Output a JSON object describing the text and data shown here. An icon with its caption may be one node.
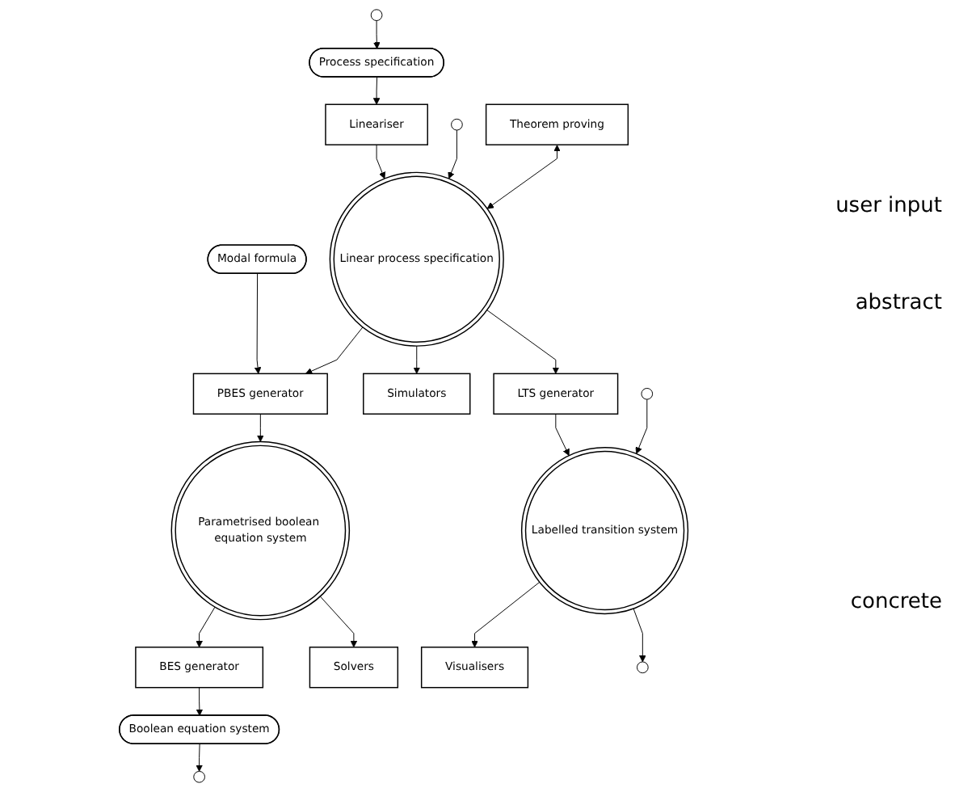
{
  "diagram": {
    "nodes": [
      {
        "text": [
          "Process specification"
        ]
      },
      {
        "text": [
          "Modal formula"
        ]
      },
      {
        "text": [
          "Lineariser"
        ]
      },
      {
        "text": [
          "PBES generator"
        ]
      },
      {
        "text": [
          "Theorem proving"
        ]
      },
      {
        "text": [
          "Linear process specification"
        ]
      },
      {
        "text": [
          "Parametrised boolean equation system"
        ]
      },
      {
        "text": [
          "Simulators"
        ]
      },
      {
        "text": [
          "LTS generator"
        ]
      },
      {
        "text": [
          "BES generator"
        ]
      },
      {
        "text": [
          "Solvers"
        ]
      },
      {
        "text": [
          "Labelled transition system"
        ]
      },
      {
        "text": [
          "Boolean equation system"
        ]
      },
      {
        "text": [
          "Visualisers"
        ]
      }
    ],
    "edges": [
      {
        "from": null,
        "to": 0,
        "arrow": "to"
      },
      {
        "from": 0,
        "to": 2,
        "arrow": "to"
      },
      {
        "from": 1,
        "to": 3,
        "arrow": "to"
      },
      {
        "from": 2,
        "to": 5,
        "arrow": "to"
      },
      {
        "from": 5,
        "to": 3,
        "arrow": "to"
      },
      {
        "from": null,
        "to": 5,
        "arrow": "to"
      },
      {
        "from": 4,
        "to": 5,
        "arrow": "both"
      },
      {
        "from": 3,
        "to": 6,
        "arrow": "to"
      },
      {
        "from": 5,
        "to": 7,
        "arrow": "to"
      },
      {
        "from": 5,
        "to": 8,
        "arrow": "to"
      },
      {
        "from": 6,
        "to": 9,
        "arrow": "to"
      },
      {
        "from": 6,
        "to": 10,
        "arrow": "to"
      },
      {
        "from": 8,
        "to": 11,
        "arrow": "to"
      },
      {
        "from": 9,
        "to": 12,
        "arrow": "to"
      },
      {
        "from": null,
        "to": 11,
        "arrow": "to"
      },
      {
        "from": 11,
        "to": 13,
        "arrow": "to"
      },
      {
        "from": 11,
        "to": null,
        "arrow": "to"
      },
      {
        "from": 12,
        "to": null,
        "arrow": "to"
      }
    ],
    "labels": [
      "user input",
      "abstract",
      "concrete"
    ]
  }
}
